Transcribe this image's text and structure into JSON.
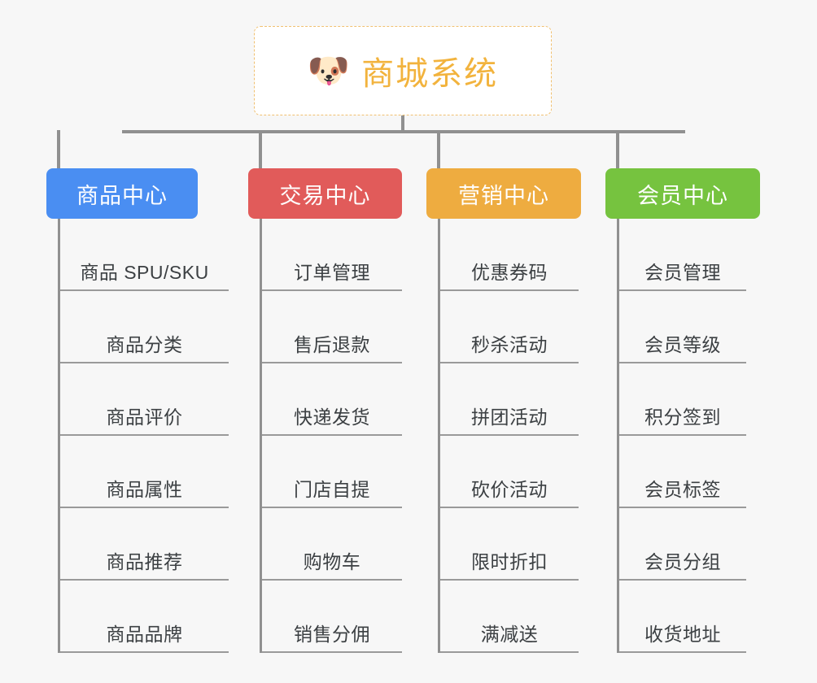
{
  "diagram": {
    "title": "商城系统",
    "root": {
      "label": "商城系统",
      "icon": "dog-face-icon",
      "emoji": "🐶",
      "text_color": "#f2b33d",
      "border_color": "#f0c070",
      "background": "#ffffff"
    },
    "background_color": "#f7f7f7",
    "connector_color": "#909090",
    "leaf_text_color": "#3c4043",
    "leaf_rule_color": "#9a9a9a",
    "branches": [
      {
        "label": "商品中心",
        "color": "#4a8ef2",
        "items": [
          "商品 SPU/SKU",
          "商品分类",
          "商品评价",
          "商品属性",
          "商品推荐",
          "商品品牌"
        ]
      },
      {
        "label": "交易中心",
        "color": "#e15b5a",
        "items": [
          "订单管理",
          "售后退款",
          "快递发货",
          "门店自提",
          "购物车",
          "销售分佣"
        ]
      },
      {
        "label": "营销中心",
        "color": "#eeac40",
        "items": [
          "优惠券码",
          "秒杀活动",
          "拼团活动",
          "砍价活动",
          "限时折扣",
          "满减送"
        ]
      },
      {
        "label": "会员中心",
        "color": "#76c33f",
        "items": [
          "会员管理",
          "会员等级",
          "积分签到",
          "会员标签",
          "会员分组",
          "收货地址"
        ]
      }
    ]
  }
}
